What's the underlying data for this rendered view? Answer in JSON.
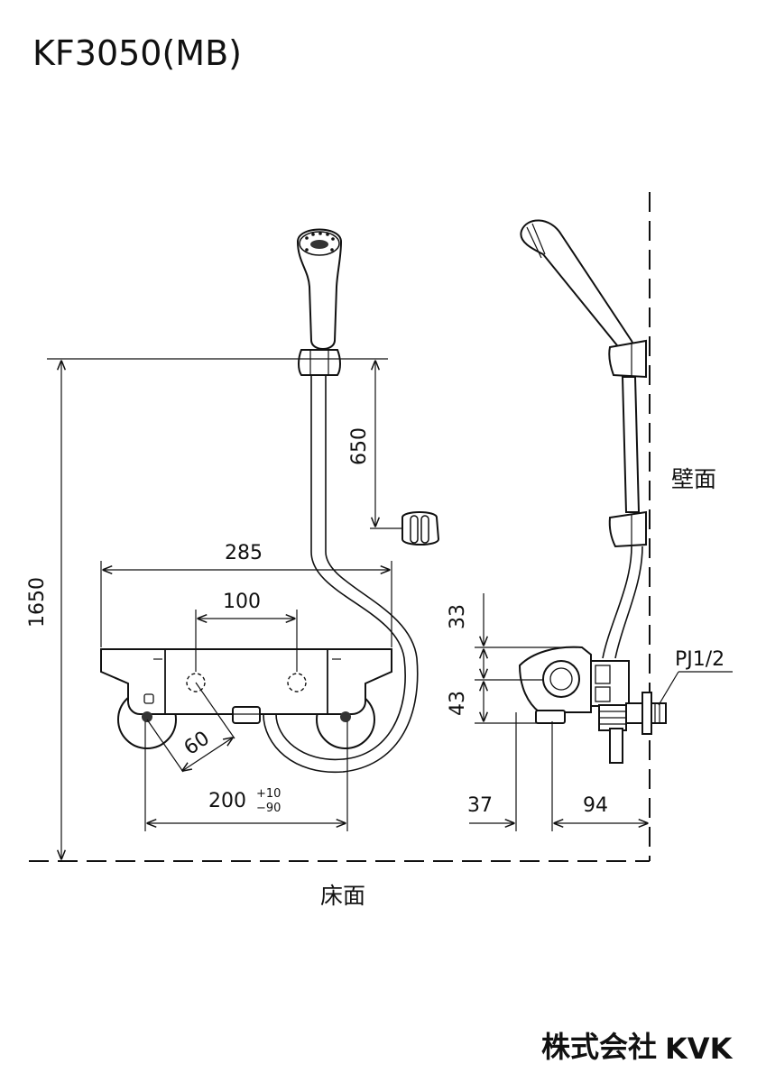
{
  "title": "KF3050(MB)",
  "dimensions": {
    "height_total": "1650",
    "holder_drop": "650",
    "body_width": "285",
    "knob_spacing": "100",
    "angle_offset": "60",
    "pipe_spacing": "200",
    "tolerance_plus": "+10",
    "tolerance_minus": "−90",
    "side_top": "33",
    "side_mid": "43",
    "side_depth_a": "37",
    "side_depth_b": "94"
  },
  "labels": {
    "wall": "壁面",
    "floor": "床面",
    "thread": "PJ1/2"
  },
  "brand": {
    "company": "株式会社",
    "logo": "KVK"
  }
}
